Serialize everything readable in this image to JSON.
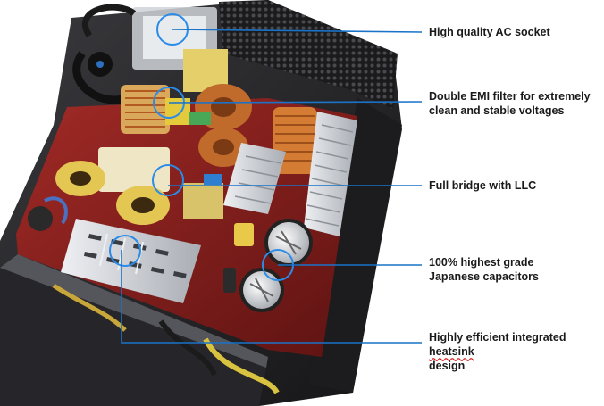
{
  "colors": {
    "leader_line": "#1a73c9",
    "highlight_ring": "#2a8be8",
    "chassis": "#2a2a2d",
    "pcb": "#8b1f1f",
    "heatsink": "#c9ccd1",
    "copper": "#c06a2b",
    "background": "#ffffff"
  },
  "callouts": [
    {
      "id": "ac-socket",
      "lines": [
        "High quality AC socket"
      ]
    },
    {
      "id": "emi-filter",
      "lines": [
        "Double EMI filter for extremely",
        "clean and stable voltages"
      ]
    },
    {
      "id": "full-bridge",
      "lines": [
        "Full bridge with LLC"
      ]
    },
    {
      "id": "capacitors",
      "lines": [
        "100% highest grade",
        "Japanese capacitors"
      ]
    },
    {
      "id": "heatsink",
      "lines": [
        "Highly efficient integrated",
        "heatsink design"
      ],
      "spellcheck_word": "heatsink"
    }
  ]
}
